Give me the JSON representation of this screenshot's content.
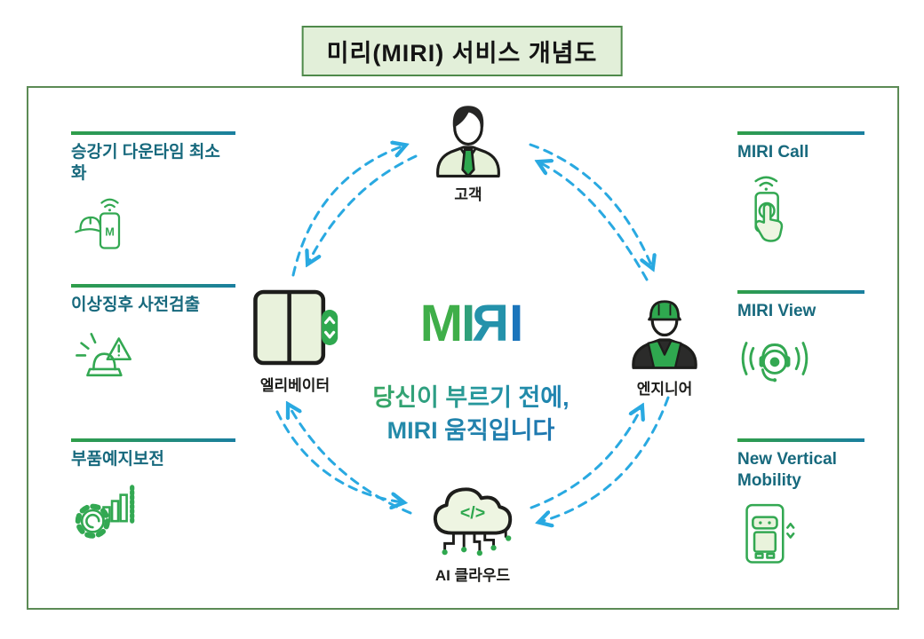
{
  "title": "미리(MIRI) 서비스 개념도",
  "center": {
    "logo_letters": [
      "M",
      "I",
      "R",
      "I"
    ],
    "tagline_line1": "당신이 부르기 전에,",
    "tagline_line2": "MIRI 움직입니다"
  },
  "left_features": [
    {
      "label": "승강기 다운타임 최소화",
      "icon": "helmet-phone-icon",
      "icon_text": "M"
    },
    {
      "label": "이상징후 사전검출",
      "icon": "siren-warning-icon"
    },
    {
      "label": "부품예지보전",
      "icon": "gear-chart-icon"
    }
  ],
  "right_features": [
    {
      "label": "MIRI Call",
      "icon": "phone-touch-icon"
    },
    {
      "label": "MIRI View",
      "icon": "headset-view-icon"
    },
    {
      "label": "New Vertical Mobility",
      "icon": "robot-elevator-icon"
    }
  ],
  "nodes": {
    "top": {
      "label": "고객",
      "icon": "customer-icon"
    },
    "right": {
      "label": "엔지니어",
      "icon": "engineer-icon"
    },
    "bottom": {
      "label": "AI 클라우드",
      "icon": "ai-cloud-icon",
      "icon_text": "</>"
    },
    "left": {
      "label": "엘리베이터",
      "icon": "elevator-icon"
    }
  },
  "colors": {
    "title_bg": "#e2efd9",
    "title_border": "#4f8a4b",
    "frame_border": "#5c8b55",
    "icon_green": "#33a852",
    "feature_text": "#17697d",
    "arrow_blue": "#29a9e1",
    "logo_green": "#3fae49",
    "logo_blue": "#1b75bb",
    "label_black": "#1d1d1b"
  }
}
